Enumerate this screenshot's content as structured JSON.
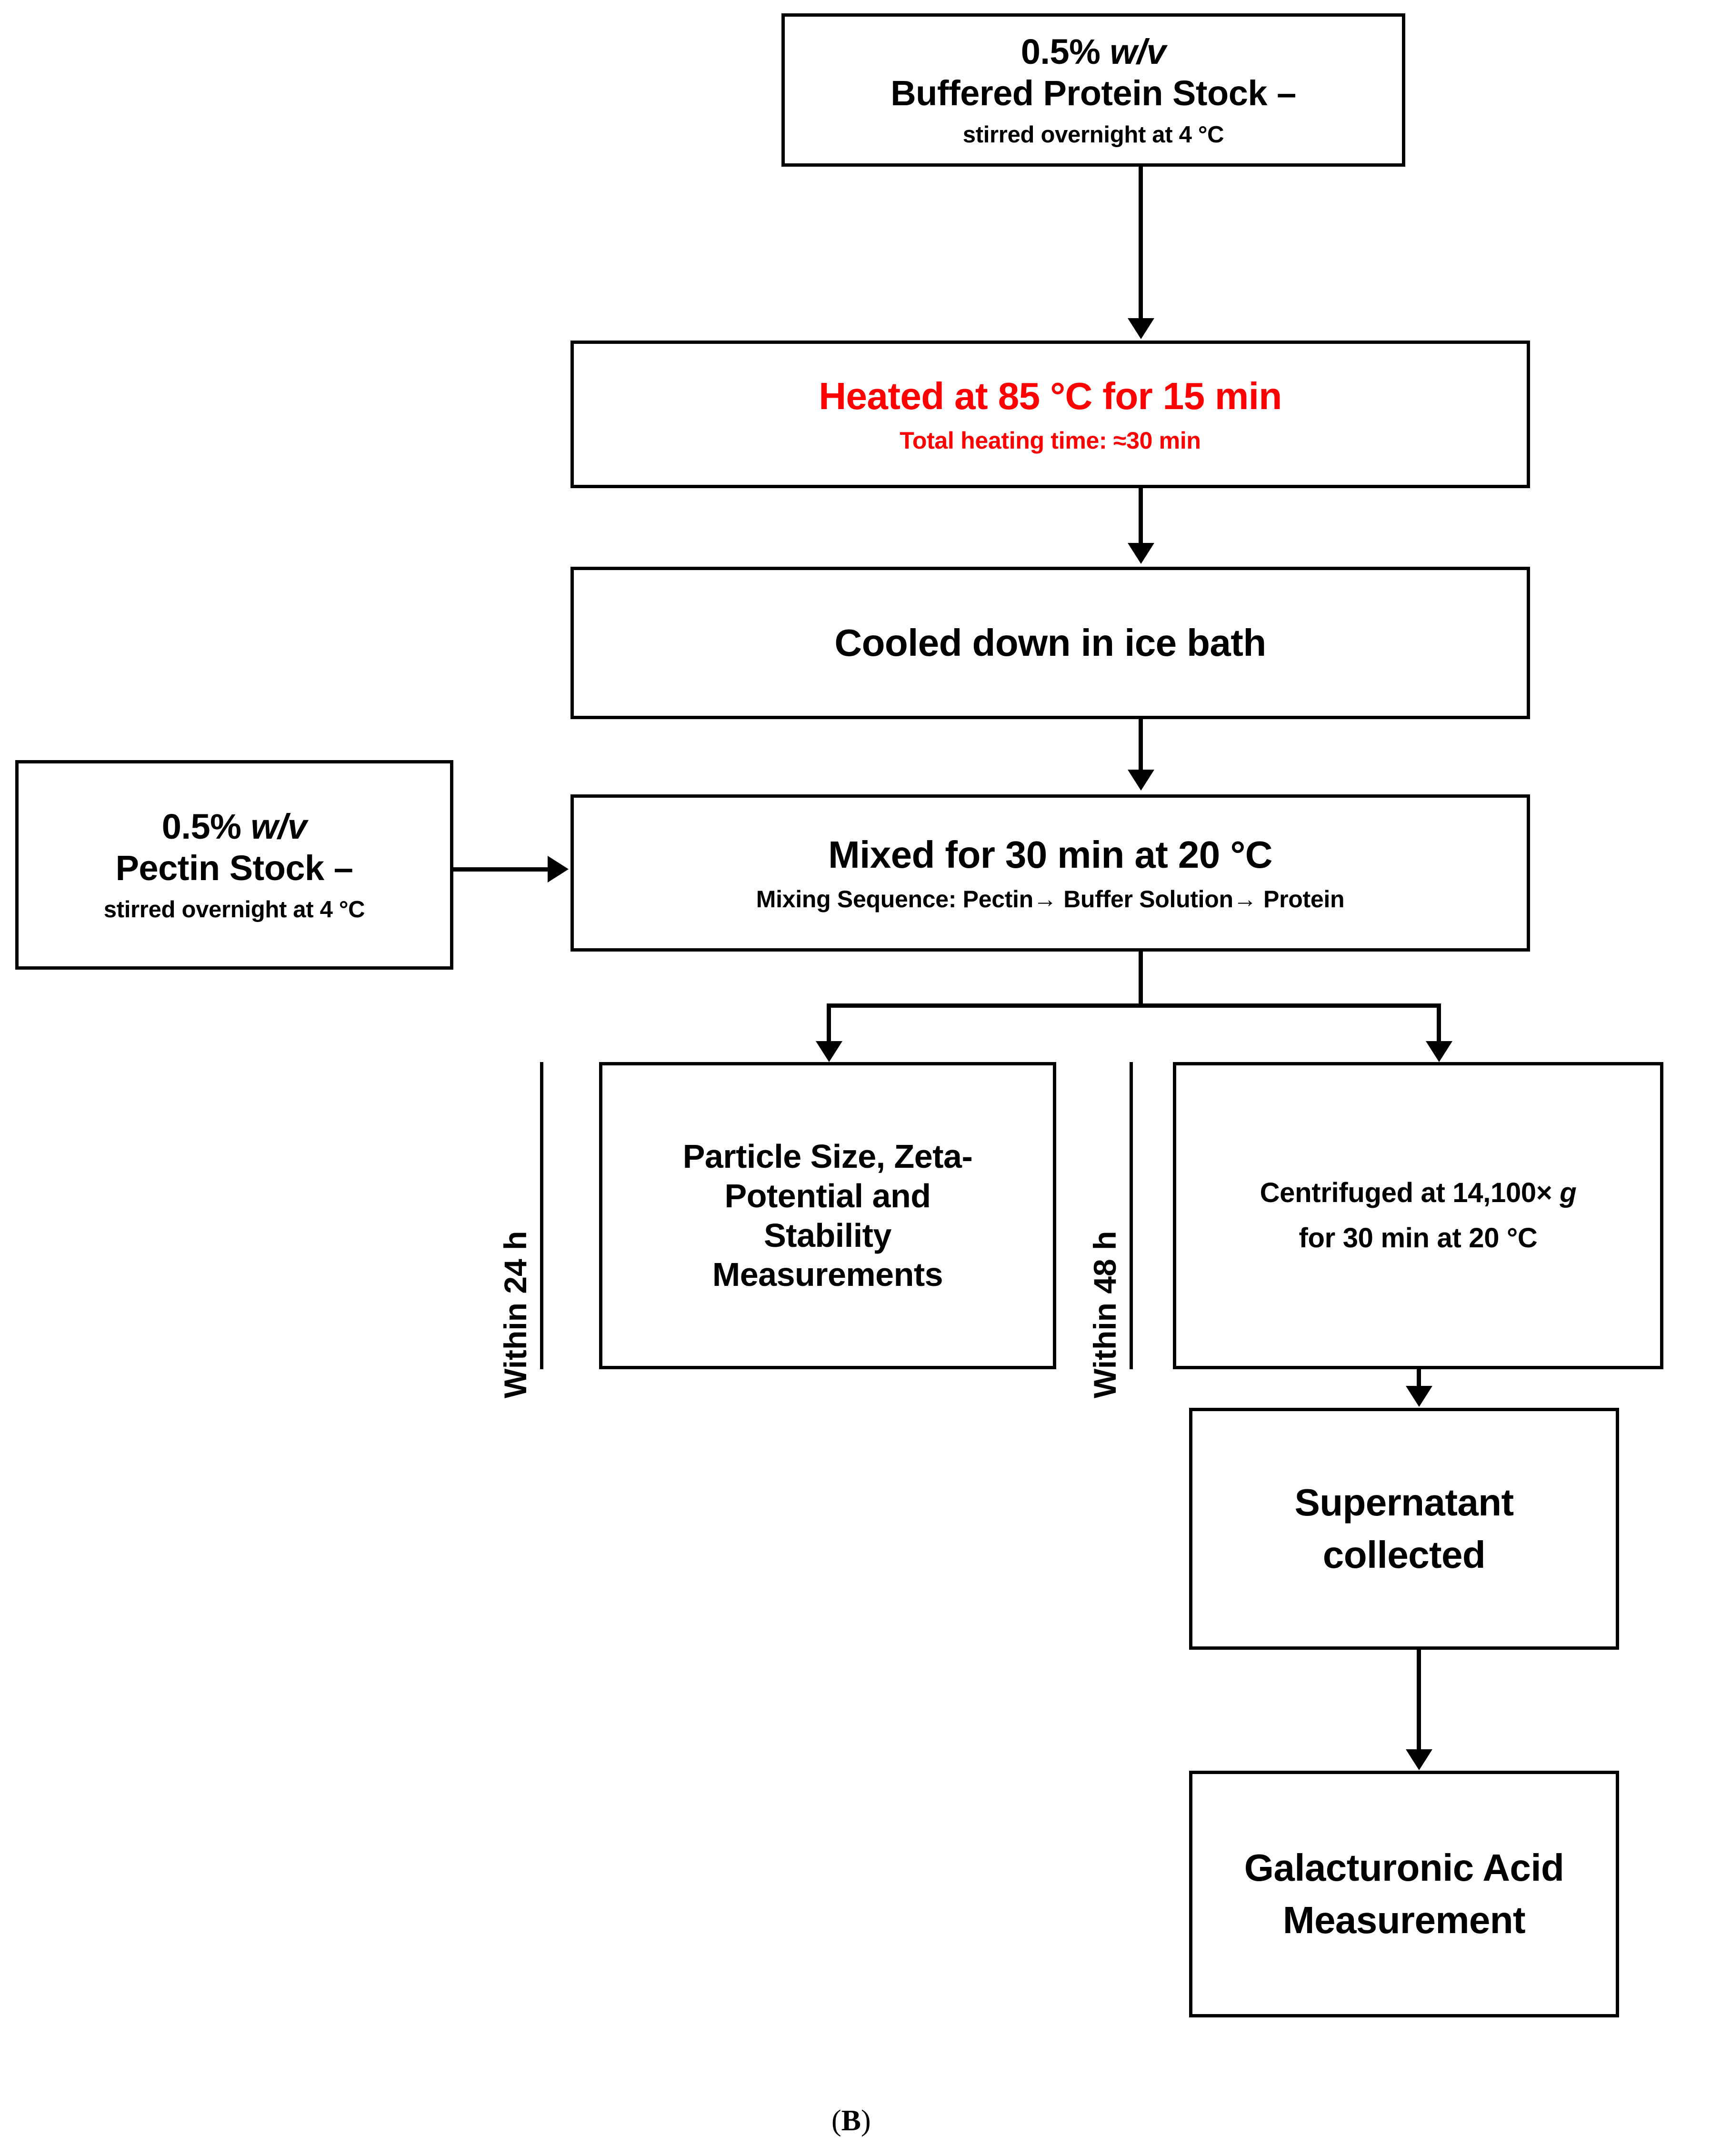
{
  "figure": {
    "panel_label_open": "(",
    "panel_label_letter": "B",
    "panel_label_close": ")",
    "accent_red": "#ff0000",
    "line_color": "#000000",
    "background": "#ffffff"
  },
  "nodes": {
    "protein_stock": {
      "line1": "0.5% ",
      "line1_italic": "w/v",
      "line2": "Buffered Protein Stock –",
      "line3": "stirred overnight at 4 °C"
    },
    "heated": {
      "line1": "Heated at 85 °C for 15 min",
      "line2": "Total heating time: ≈30 min"
    },
    "cooled": {
      "line1": "Cooled down in ice bath"
    },
    "pectin_stock": {
      "line1": "0.5% ",
      "line1_italic": "w/v",
      "line2": "Pectin Stock –",
      "line3": "stirred overnight at 4 °C"
    },
    "mixed": {
      "line1": "Mixed for 30 min at 20 °C",
      "line2_a": "Mixing Sequence: Pectin",
      "line2_arrow1": "→",
      "line2_b": " Buffer Solution",
      "line2_arrow2": "→",
      "line2_c": " Protein"
    },
    "measurements": {
      "line1": "Particle Size, Zeta-",
      "line2": "Potential and",
      "line3": "Stability",
      "line4": "Measurements"
    },
    "centrifuged": {
      "line1_a": "Centrifuged at 14,100× ",
      "line1_italic": "g",
      "line2": "for 30 min at 20 °C"
    },
    "supernatant": {
      "line1": "Supernatant",
      "line2": "collected"
    },
    "galacturonic": {
      "line1": "Galacturonic Acid",
      "line2": "Measurement"
    }
  },
  "edge_labels": {
    "within_24h": "Within 24 h",
    "within_48h": "Within 48 h"
  }
}
